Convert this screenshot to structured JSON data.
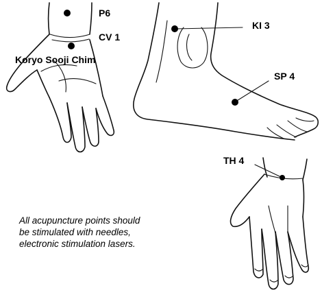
{
  "labels": {
    "p6": "P6",
    "cv1": "CV 1",
    "koryo": "Koryo Sooji Chim",
    "ki3": "KI 3",
    "sp4": "SP 4",
    "th4": "TH 4"
  },
  "caption": {
    "line1": "All acupuncture points should",
    "line2": "be stimulated with needles,",
    "line3": "electronic stimulation lasers."
  },
  "colors": {
    "ink": "#111111",
    "point": "#000000",
    "background": "#ffffff"
  }
}
